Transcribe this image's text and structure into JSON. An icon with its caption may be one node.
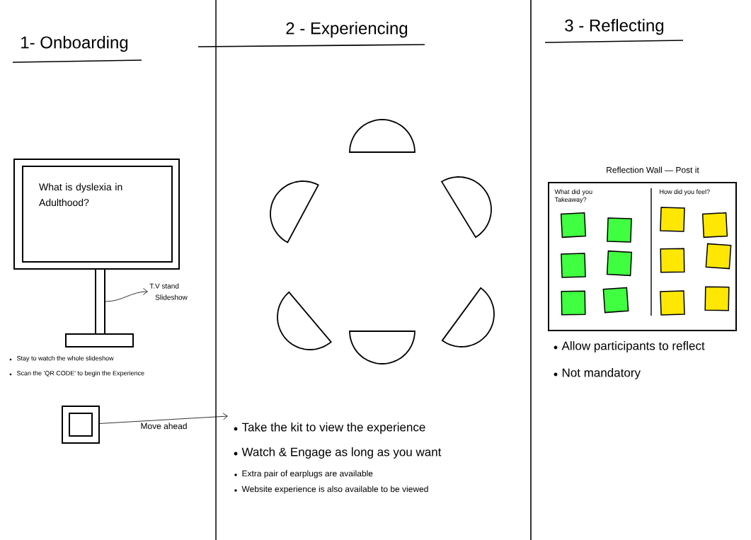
{
  "diagram": {
    "nodes": [
      {
        "text": [
          "What is dyslexia in Adulthood?"
        ]
      },
      {
        "text": [],
        "shape": "bar"
      },
      {
        "text": [
          "T.V stand",
          "Slideshow"
        ]
      },
      {
        "text": [],
        "shape": "box"
      },
      {
        "text": [],
        "shape": "semicircle"
      },
      {
        "text": [],
        "shape": "semicircle"
      },
      {
        "text": [],
        "shape": "semicircle"
      },
      {
        "text": [],
        "shape": "semicircle"
      },
      {
        "text": [],
        "shape": "semicircle"
      },
      {
        "text": [],
        "shape": "semicircle"
      },
      {
        "text": [
          "Reflection Wall — Post it",
          "What did you Takeaway?",
          "How did you feel?"
        ]
      },
      {
        "text": [],
        "shape": "box",
        "in": 10
      },
      {
        "text": [],
        "shape": "box",
        "in": 10
      },
      {
        "text": [],
        "shape": "box",
        "in": 10
      },
      {
        "text": [],
        "shape": "box",
        "in": 10
      },
      {
        "text": [],
        "shape": "box",
        "in": 10
      },
      {
        "text": [],
        "shape": "box",
        "in": 10
      },
      {
        "text": [],
        "shape": "box",
        "in": 10
      },
      {
        "text": [],
        "shape": "box",
        "in": 10
      },
      {
        "text": [],
        "shape": "box",
        "in": 10
      },
      {
        "text": [],
        "shape": "box",
        "in": 10
      },
      {
        "text": [],
        "shape": "box",
        "in": 10
      },
      {
        "text": [],
        "shape": "box",
        "in": 10
      }
    ],
    "edges": [
      {
        "from": 1,
        "to": 2,
        "arrow": "to"
      },
      {
        "from": 3,
        "to": null,
        "arrow": "to",
        "label": "Move ahead"
      }
    ],
    "labels": [
      "1- Onboarding",
      "2 - Experiencing",
      "3 - Reflecting",
      "Stay to watch the whole slideshow",
      "Scan the 'QR CODE' to begin the Experience",
      "Take the kit to view the experience",
      "Watch & Engage as long as you want",
      "Extra pair of earplugs are available",
      "Website experience is also available to be viewed",
      "Allow participants to reflect",
      "Not mandatory"
    ]
  }
}
